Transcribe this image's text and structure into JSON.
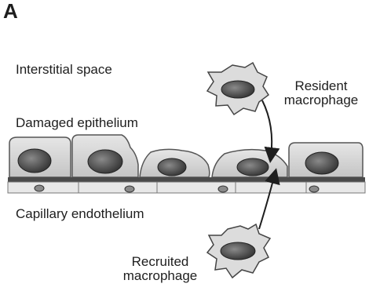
{
  "panel_label": "A",
  "labels": {
    "interstitial": "Interstitial space",
    "epithelium": "Damaged epithelium",
    "endothelium": "Capillary endothelium",
    "resident_line1": "Resident",
    "resident_line2": "macrophage",
    "recruited_line1": "Recruited",
    "recruited_line2": "macrophage"
  }
}
